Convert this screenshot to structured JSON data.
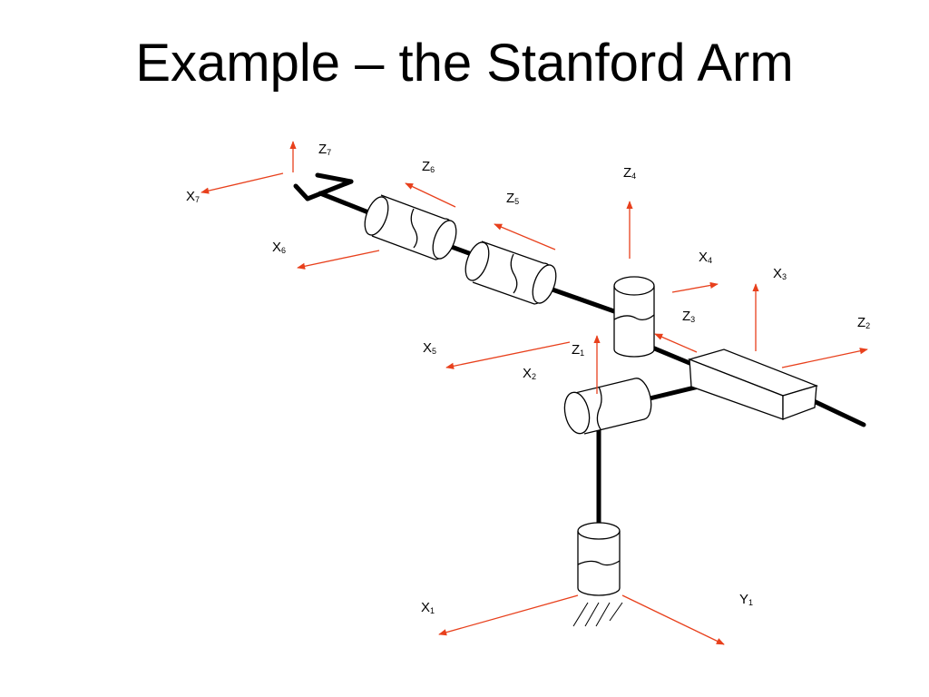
{
  "slide": {
    "title": "Example – the Stanford Arm"
  },
  "colors": {
    "axis": "#e8401c",
    "link": "#000000",
    "outline": "#000000"
  },
  "labels": {
    "z7": {
      "letter": "Z",
      "index": "7"
    },
    "z6": {
      "letter": "Z",
      "index": "6"
    },
    "z5": {
      "letter": "Z",
      "index": "5"
    },
    "z4": {
      "letter": "Z",
      "index": "4"
    },
    "z3": {
      "letter": "Z",
      "index": "3"
    },
    "z2": {
      "letter": "Z",
      "index": "2"
    },
    "z1": {
      "letter": "Z",
      "index": "1"
    },
    "x7": {
      "letter": "X",
      "index": "7"
    },
    "x6": {
      "letter": "X",
      "index": "6"
    },
    "x5": {
      "letter": "X",
      "index": "5"
    },
    "x4": {
      "letter": "X",
      "index": "4"
    },
    "x3": {
      "letter": "X",
      "index": "3"
    },
    "x2": {
      "letter": "X",
      "index": "2"
    },
    "x1": {
      "letter": "X",
      "index": "1"
    },
    "y1": {
      "letter": "Y",
      "index": "1"
    }
  }
}
